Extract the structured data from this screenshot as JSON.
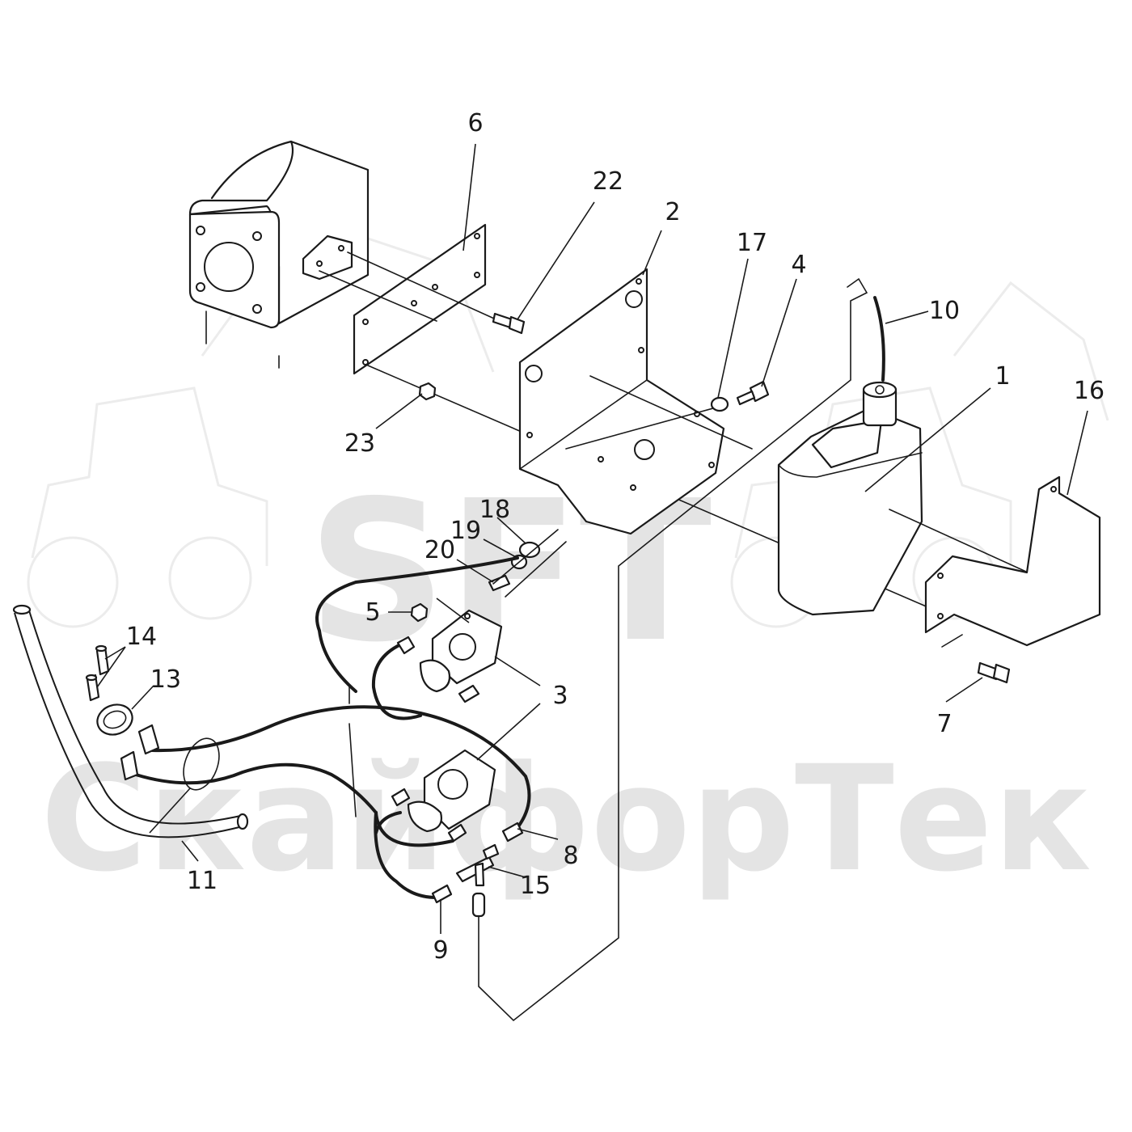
{
  "watermark": {
    "logo_text": "SFT",
    "brand_text": "СкайфорТек"
  },
  "callouts": [
    {
      "id": "1",
      "label": "1"
    },
    {
      "id": "2",
      "label": "2"
    },
    {
      "id": "3a",
      "label": "3"
    },
    {
      "id": "3b",
      "label": "3"
    },
    {
      "id": "4",
      "label": "4"
    },
    {
      "id": "5",
      "label": "5"
    },
    {
      "id": "6",
      "label": "6"
    },
    {
      "id": "7",
      "label": "7"
    },
    {
      "id": "8",
      "label": "8"
    },
    {
      "id": "9",
      "label": "9"
    },
    {
      "id": "10",
      "label": "10"
    },
    {
      "id": "11",
      "label": "11"
    },
    {
      "id": "13",
      "label": "13"
    },
    {
      "id": "14",
      "label": "14"
    },
    {
      "id": "15",
      "label": "15"
    },
    {
      "id": "16",
      "label": "16"
    },
    {
      "id": "17",
      "label": "17"
    },
    {
      "id": "18",
      "label": "18"
    },
    {
      "id": "19",
      "label": "19"
    },
    {
      "id": "20",
      "label": "20"
    },
    {
      "id": "22",
      "label": "22"
    },
    {
      "id": "23",
      "label": "23"
    }
  ]
}
